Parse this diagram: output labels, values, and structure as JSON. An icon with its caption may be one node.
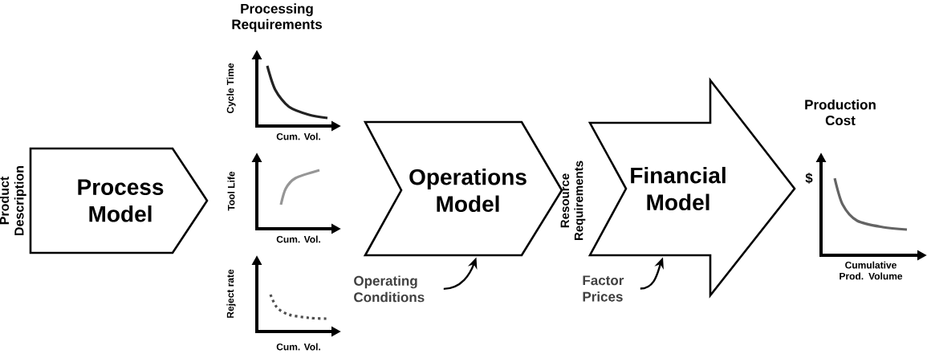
{
  "diagram": {
    "nodes": [
      {
        "text": [
          "Process Model"
        ]
      },
      {
        "text": [
          "Operations Model"
        ]
      },
      {
        "text": [
          "Financial Model"
        ]
      },
      {
        "text": [
          "Operating Conditions"
        ]
      },
      {
        "text": [
          "Factor Prices"
        ]
      }
    ],
    "edges": [
      {
        "from": 3,
        "to": 1,
        "arrow": "to"
      },
      {
        "from": 4,
        "to": 2,
        "arrow": "to"
      }
    ],
    "labels": [
      "Product Description",
      "Processing Requirements",
      "Cycle Time",
      "Cum. Vol.",
      "Tool Life",
      "Cum. Vol.",
      "Reject rate",
      "Cum. Vol.",
      "Resource Requirements",
      "Production Cost",
      "$",
      "Cumulative Prod. Volume"
    ]
  }
}
